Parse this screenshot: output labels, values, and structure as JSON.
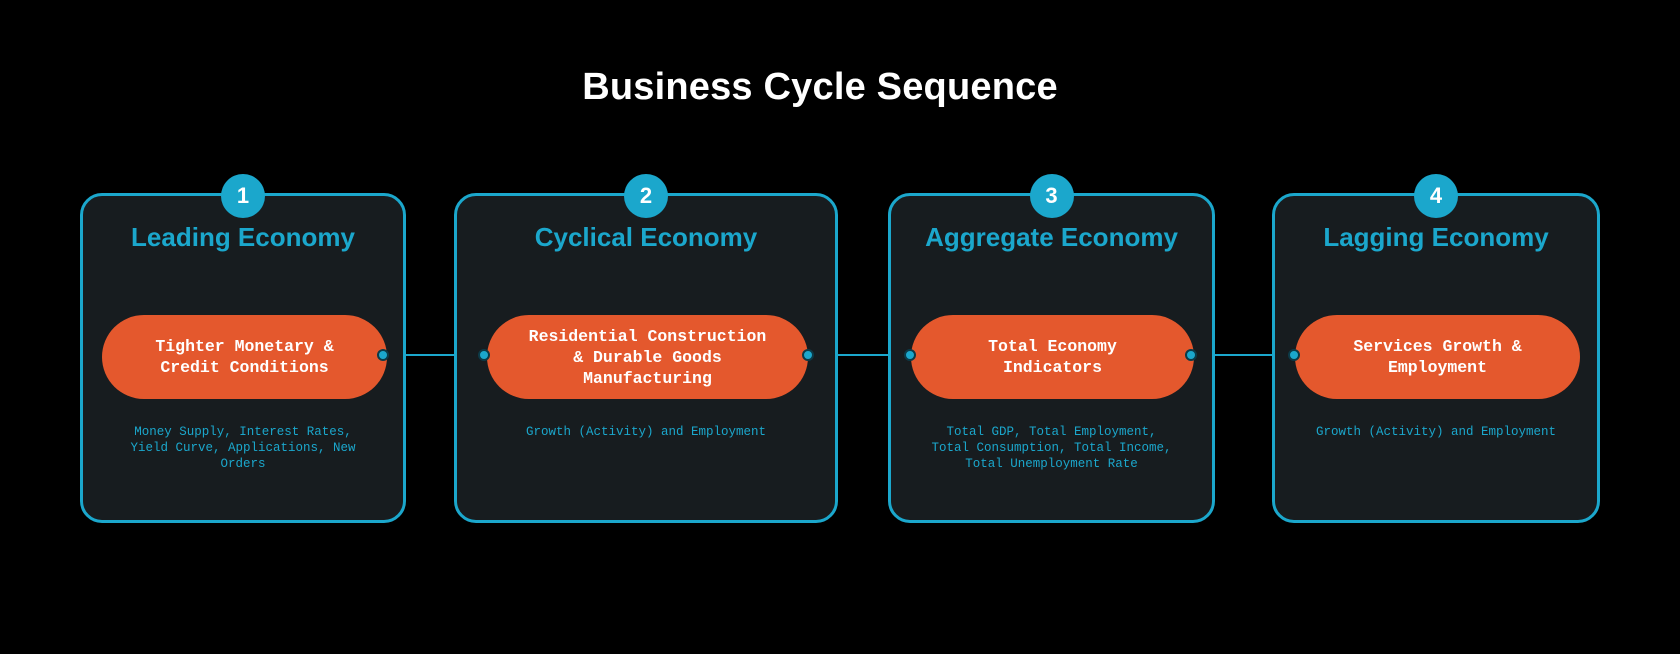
{
  "title": "Business Cycle Sequence",
  "colors": {
    "background": "#000000",
    "card": "#171c1f",
    "accent": "#1ba7cc",
    "pill": "#e4582d",
    "title": "#ffffff"
  },
  "stages": [
    {
      "number": "1",
      "title": "Leading Economy",
      "pill": "Tighter Monetary &\nCredit Conditions",
      "description": "Money Supply, Interest Rates,\nYield Curve, Applications, New\nOrders"
    },
    {
      "number": "2",
      "title": "Cyclical Economy",
      "pill": "Residential Construction\n& Durable Goods\nManufacturing",
      "description": "Growth (Activity) and Employment"
    },
    {
      "number": "3",
      "title": "Aggregate Economy",
      "pill": "Total Economy\nIndicators",
      "description": "Total GDP, Total Employment,\nTotal Consumption, Total Income,\nTotal Unemployment Rate"
    },
    {
      "number": "4",
      "title": "Lagging Economy",
      "pill": "Services Growth &\nEmployment",
      "description": "Growth (Activity) and Employment"
    }
  ]
}
